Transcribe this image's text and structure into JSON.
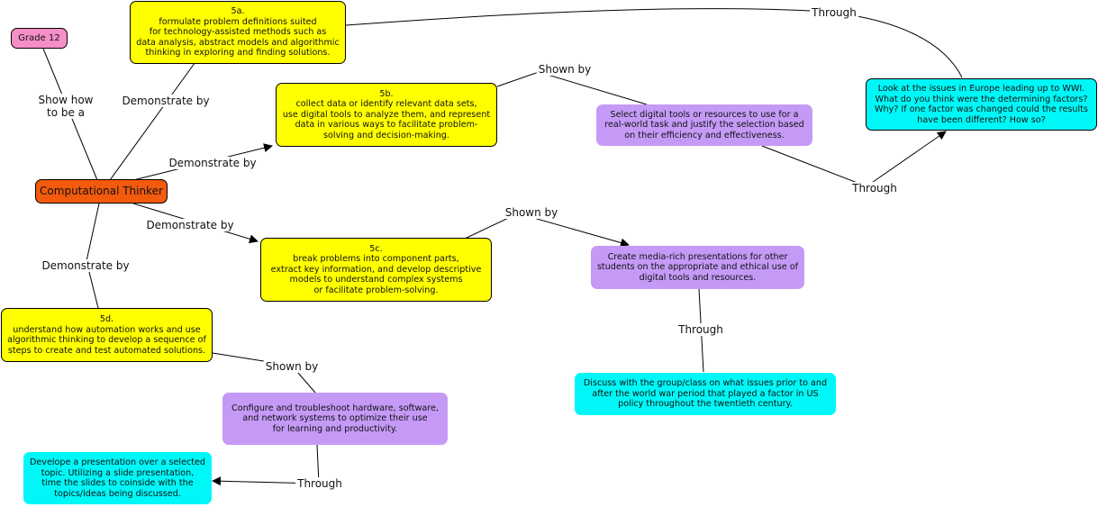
{
  "nodes": {
    "grade12": "Grade 12",
    "ct": "Computational Thinker",
    "n5a": "5a.\nformulate problem definitions suited\nfor technology-assisted methods such as\ndata analysis, abstract models and algorithmic\nthinking in exploring and finding solutions.",
    "n5b": "5b.\ncollect data or identify relevant data sets,\nuse digital tools to analyze them, and represent\ndata in various ways to facilitate problem-\nsolving and decision-making.",
    "n5c": "5c.\nbreak problems into component parts,\nextract key information, and develop  descriptive\nmodels to understand complex systems\nor facilitate problem-solving.",
    "n5d": "5d.\nunderstand how automation works and use\nalgorithmic thinking to develop a sequence of\nsteps to create and test automated solutions.",
    "selectTools": "Select digital tools or resources to use for a\nreal-world task and justify the selection based\non their efficiency and effectiveness.",
    "wwi": "Look at the issues in Europe leading up to WWI.\nWhat do you think were the determining factors?\nWhy? If one factor was changed could the results\nhave been different? How so?",
    "mediaRich": "Create media-rich presentations for other\nstudents on the appropriate and ethical use of\ndigital tools and resources.",
    "discuss": "Discuss with the group/class on what issues prior to and\nafter the world war period that played a factor in US\npolicy throughout the twentieth century.",
    "configure": "Configure and troubleshoot hardware, software,\nand network systems to optimize their use\nfor learning and productivity.",
    "develope": "Develope a presentation over a selected\ntopic. Utilizing a slide presentation,\ntime the slides to coinside with the\ntopics/ideas being discussed."
  },
  "labels": {
    "showHow": "Show how\nto be a",
    "demoA": "Demonstrate by",
    "demoB": "Demonstrate by",
    "demoC": "Demonstrate by",
    "demoD": "Demonstrate by",
    "through5a": "Through",
    "shownBy5b": "Shown by",
    "through5b": "Through",
    "shownBy5c": "Shown by",
    "through5c": "Through",
    "shownBy5d": "Shown by",
    "through5d": "Through"
  },
  "colors": {
    "yellow": "#ffff00",
    "purple": "#c59af7",
    "cyan": "#00f7f7",
    "pink": "#f58fc7",
    "orange": "#f25a0d",
    "line": "#000000"
  }
}
